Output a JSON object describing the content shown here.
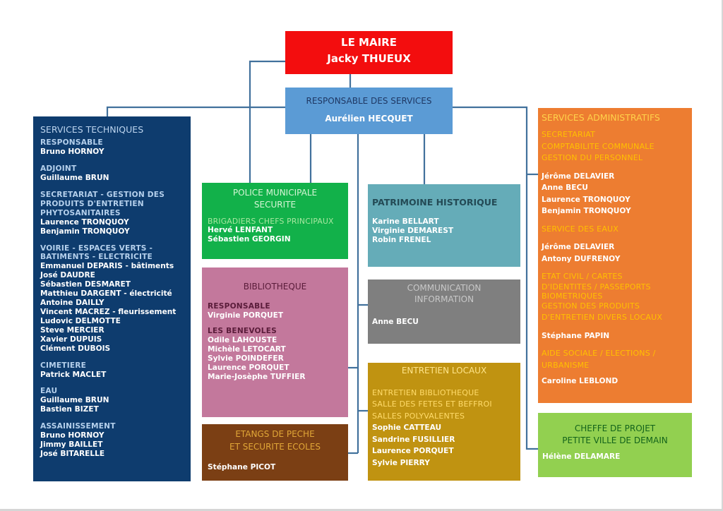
{
  "colors": {
    "connector": "#41719c",
    "mayor": "#f30d0e",
    "responsable": "#5b9bd5",
    "services_techniques": "#0e3c6e",
    "police": "#12b14a",
    "bibliotheque": "#c3789c",
    "etangs": "#7b3f14",
    "patrimoine": "#65acb8",
    "communication": "#7f7f7f",
    "entretien": "#c09311",
    "administratifs": "#ed7d31",
    "cheffe_projet": "#92d050"
  },
  "mayor": {
    "title": "LE MAIRE",
    "name": "Jacky THUEUX"
  },
  "responsable": {
    "title": "RESPONSABLE DES SERVICES",
    "name": "Aurélien HECQUET"
  },
  "services_techniques": {
    "title": "SERVICES TECHNIQUES",
    "groups": [
      {
        "labels": [
          "RESPONSABLE"
        ],
        "people": [
          "Bruno HORNOY"
        ]
      },
      {
        "labels": [
          "ADJOINT"
        ],
        "people": [
          "Guillaume BRUN"
        ]
      },
      {
        "labels": [
          "SECRETARIAT - GESTION DES",
          "PRODUITS D'ENTRETIEN",
          "PHYTOSANITAIRES"
        ],
        "people": [
          "Laurence TRONQUOY",
          "Benjamin TRONQUOY"
        ]
      },
      {
        "labels": [
          "VOIRIE  - ESPACES VERTS -",
          "BATIMENTS - ELECTRICITE"
        ],
        "people": [
          "Emmanuel DEPARIS - bâtiments",
          "José DAUDRE",
          "Sébastien DESMARET",
          "Matthieu DARGENT - électricité",
          "Antoine DAILLY",
          "Vincent MACREZ - fleurissement",
          "Ludovic DELMOTTE",
          "Steve MERCIER",
          "Xavier DUPUIS",
          "Clément DUBOIS"
        ]
      },
      {
        "labels": [
          "CIMETIERE"
        ],
        "people": [
          "Patrick MACLET"
        ]
      },
      {
        "labels": [
          "EAU"
        ],
        "people": [
          "Guillaume BRUN",
          "Bastien BIZET"
        ]
      },
      {
        "labels": [
          "ASSAINISSEMENT"
        ],
        "people": [
          "Bruno HORNOY",
          "Jimmy BAILLET",
          "José BITARELLE"
        ]
      }
    ]
  },
  "police": {
    "title_lines": [
      "POLICE MUNICIPALE",
      "SECURITE"
    ],
    "label": "BRIGADIERS CHEFS PRINCIPAUX",
    "people": [
      "Hervé LENFANT",
      "Sébastien GEORGIN"
    ]
  },
  "bibliotheque": {
    "title": "BIBLIOTHEQUE",
    "groups": [
      {
        "label": "RESPONSABLE",
        "people": [
          "Virginie PORQUET"
        ]
      },
      {
        "label": "LES BENEVOLES",
        "people": [
          "Odile LAHOUSTE",
          "Michèle LETOCART",
          "Sylvie POINDEFER",
          "Laurence PORQUET",
          "Marie-Josèphe TUFFIER"
        ]
      }
    ]
  },
  "etangs": {
    "title_lines": [
      "ETANGS DE PECHE",
      "ET SECURITE ECOLES"
    ],
    "people": [
      "Stéphane PICOT"
    ]
  },
  "patrimoine": {
    "title": "PATRIMOINE HISTORIQUE",
    "people": [
      "Karine BELLART",
      "Virginie DEMAREST",
      "Robin FRENEL"
    ]
  },
  "communication": {
    "title_lines": [
      "COMMUNICATION",
      "INFORMATION"
    ],
    "people": [
      "Anne BECU"
    ]
  },
  "entretien": {
    "title": "ENTRETIEN LOCAUX",
    "labels": [
      "ENTRETIEN BIBLIOTHEQUE",
      "SALLE DES FETES ET BEFFROI",
      "SALLES POLYVALENTES"
    ],
    "people": [
      "Sophie CATTEAU",
      "Sandrine FUSILLIER",
      "Laurence PORQUET",
      "Sylvie PIERRY"
    ]
  },
  "administratifs": {
    "title": "SERVICES ADMINISTRATIFS",
    "groups": [
      {
        "labels": [
          "SECRETARIAT",
          "COMPTABILITE COMMUNALE",
          "GESTION DU PERSONNEL"
        ],
        "people": [
          "Jérôme DELAVIER",
          "Anne BECU",
          "Laurence TRONQUOY",
          "Benjamin TRONQUOY"
        ]
      },
      {
        "labels": [
          "SERVICE DES EAUX"
        ],
        "people": [
          "Jérôme DELAVIER",
          "Antony DUFRENOY"
        ]
      },
      {
        "labels": [
          "ETAT CIVIL / CARTES",
          "D'IDENTITES / PASSEPORTS",
          "BIOMETRIQUES",
          "GESTION DES PRODUITS",
          "D'ENTRETIEN DIVERS LOCAUX"
        ],
        "people": [
          "Stéphane PAPIN"
        ]
      },
      {
        "labels": [
          "AIDE SOCIALE / ELECTIONS /",
          "URBANISME"
        ],
        "people": [
          "Caroline LEBLOND"
        ]
      }
    ]
  },
  "cheffe_projet": {
    "title_lines": [
      "CHEFFE DE PROJET",
      "PETITE VILLE DE DEMAIN"
    ],
    "people": [
      "Hélène DELAMARE"
    ]
  }
}
